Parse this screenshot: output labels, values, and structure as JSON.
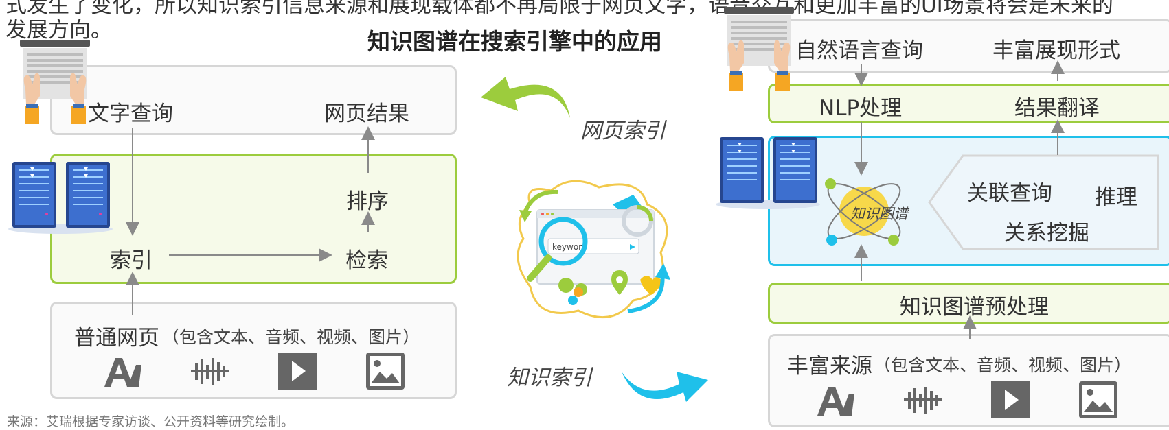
{
  "intro": {
    "line1": "式发生了变化，所以知识索引信息来源和展现载体都不再局限于网页文字，语音交互和更加丰富的UI场景将会是未来的",
    "line2": "发展方向。"
  },
  "title": "知识图谱在搜索引擎中的应用",
  "left": {
    "text_query": "文字查询",
    "web_result": "网页结果",
    "sort": "排序",
    "index": "索引",
    "retrieve": "检索",
    "source_main": "普通网页",
    "source_detail": "（包含文本、音频、视频、图片）"
  },
  "center": {
    "web_index": "网页索引",
    "knowledge_index": "知识索引",
    "keyword": "keyword"
  },
  "right": {
    "nl_query": "自然语言查询",
    "rich_display": "丰富展现形式",
    "nlp": "NLP处理",
    "result_translate": "结果翻译",
    "kg": "知识图谱",
    "assoc_query": "关联查询",
    "reasoning": "推理",
    "relation_mining": "关系挖掘",
    "kg_preprocess": "知识图谱预处理",
    "source_main": "丰富来源",
    "source_detail": "（包含文本、音频、视频、图片）"
  },
  "footer": "来源：艾瑞根据专家访谈、公开资料等研究绘制。",
  "colors": {
    "green": "#9ccc3d",
    "blue": "#1fc0ea",
    "gray_border": "#d6d6d6",
    "arrow": "#8a8a8a"
  }
}
